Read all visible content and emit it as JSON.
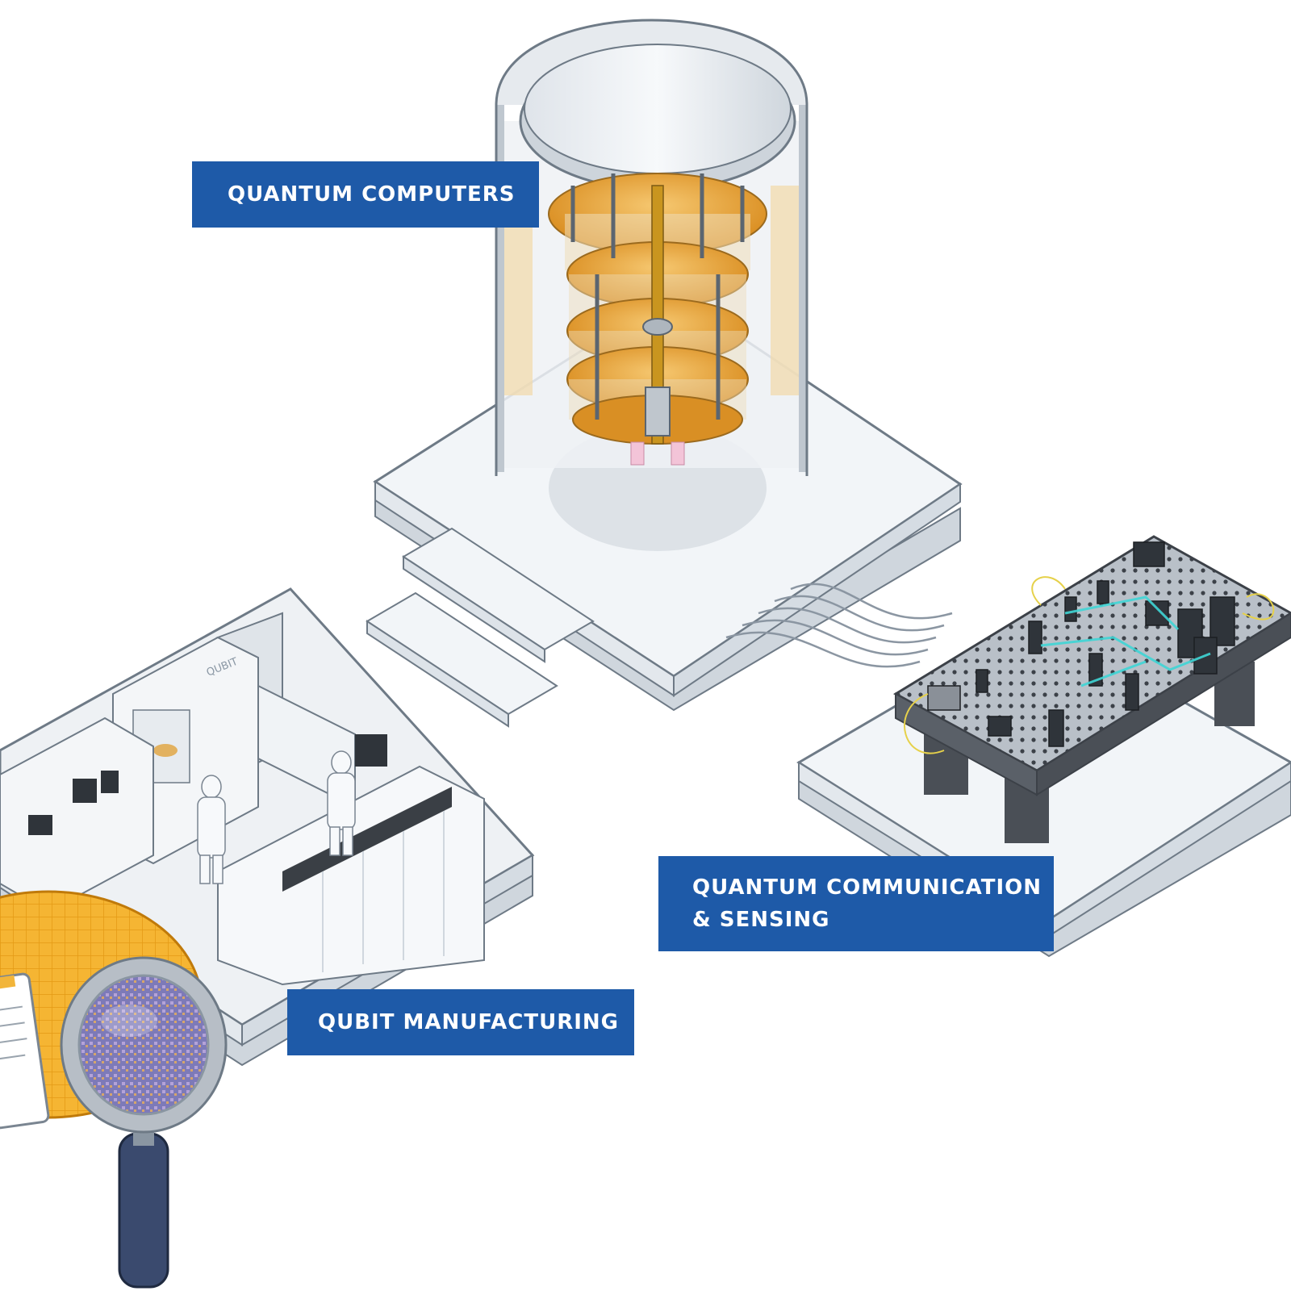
{
  "labels": {
    "quantum_computers": "QUANTUM COMPUTERS",
    "communication_line1": "QUANTUM COMMUNICATION",
    "communication_line2": "& SENSING",
    "qubit_manufacturing": "QUBIT MANUFACTURING"
  },
  "facility_sign": "QUBIT",
  "colors": {
    "label_background": "#1e5aa8",
    "label_text": "#ffffff",
    "platform_top": "#f2f5f8",
    "platform_shadow": "#cfd6dd",
    "outline": "#6e7a86",
    "gold": "#e8a23a",
    "laser_beam": "#3fd6d6",
    "optical_table": "#4a4f56"
  }
}
